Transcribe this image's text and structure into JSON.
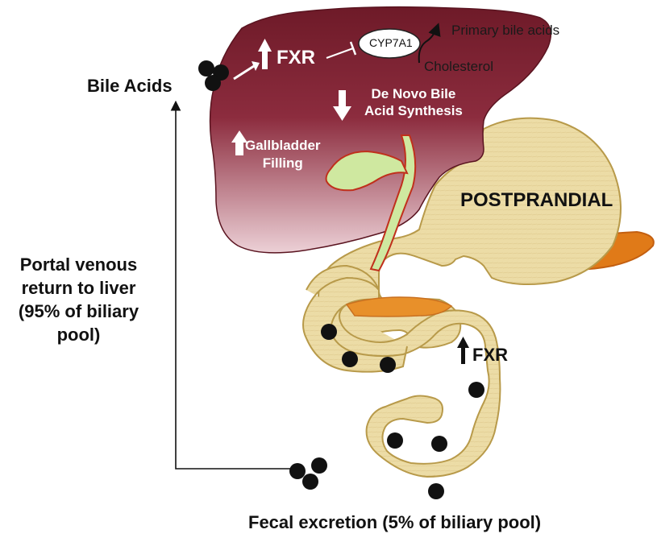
{
  "labels": {
    "bile_acids": "Bile Acids",
    "fxr_liver": "FXR",
    "cyp7a1": "CYP7A1",
    "primary_bile_acids": "Primary bile acids",
    "cholesterol": "Cholesterol",
    "de_novo_line1": "De Novo Bile",
    "de_novo_line2": "Acid Synthesis",
    "gallbladder_line1": "Gallbladder",
    "gallbladder_line2": "Filling",
    "postprandial": "POSTPRANDIAL",
    "fxr_intestine": "FXR",
    "portal_line1": "Portal venous",
    "portal_line2": "return to liver",
    "portal_line3": "(95% of biliary",
    "portal_line4": "pool)",
    "fecal": "Fecal excretion (5% of biliary pool)"
  },
  "colors": {
    "liver_dark": "#7a1f2e",
    "liver_light": "#e8c4cc",
    "gut_fill": "#ead9a0",
    "gut_stroke": "#b89a4a",
    "gallbladder": "#cfe8a0",
    "pancreas": "#e07a18",
    "particle": "#111111",
    "arrow_white": "#ffffff"
  }
}
